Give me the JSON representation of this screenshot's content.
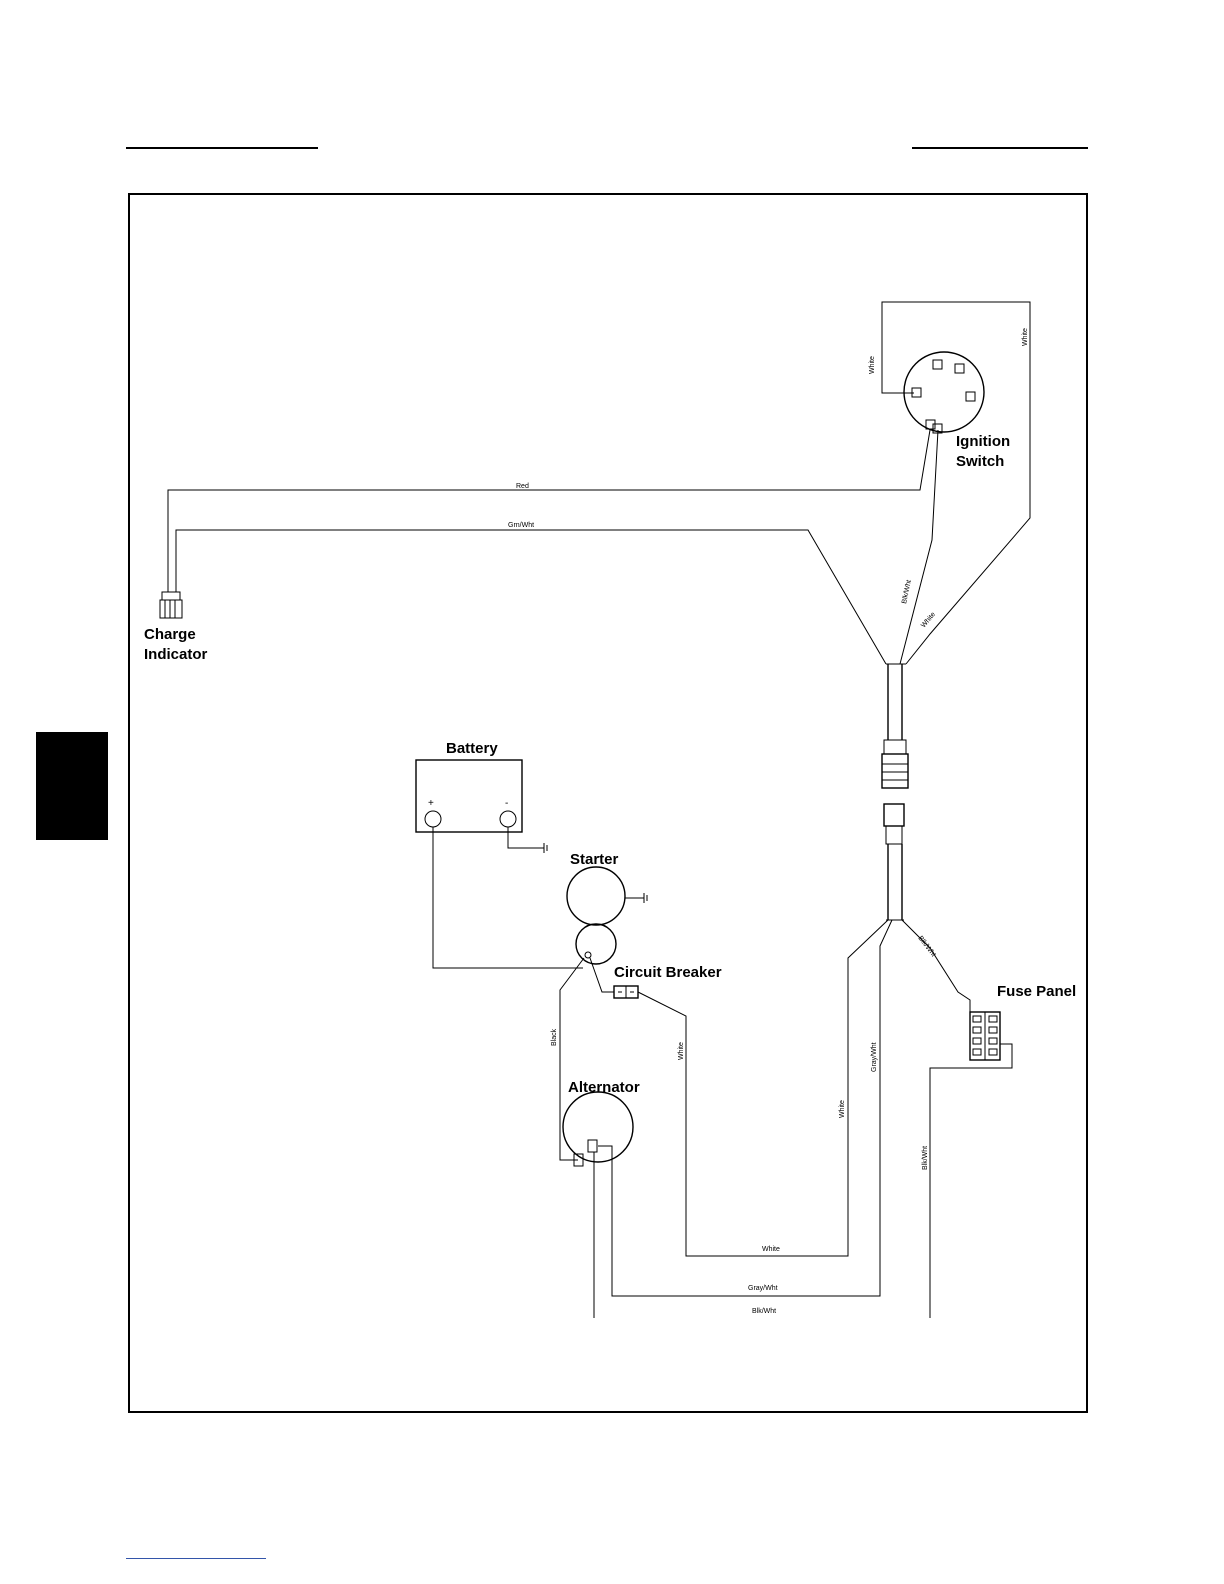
{
  "components": {
    "ignition_switch": {
      "line1": "Ignition",
      "line2": "Switch"
    },
    "charge_indicator": {
      "line1": "Charge",
      "line2": "Indicator"
    },
    "battery": {
      "label": "Battery",
      "pos": "+",
      "neg": "-"
    },
    "starter": {
      "label": "Starter"
    },
    "circuit_breaker": {
      "label": "Circuit Breaker"
    },
    "fuse_panel": {
      "label": "Fuse Panel"
    },
    "alternator": {
      "label": "Alternator"
    }
  },
  "wires": {
    "white_switch_left": "White",
    "white_switch_right": "White",
    "red": "Red",
    "grn_wht": "Grn/Wht",
    "switch_lead": "Blk/Wht",
    "white_diag": "White",
    "black": "Black",
    "white_breaker": "White",
    "fuse_lead": "Blk/Wht",
    "gray_wht_vert": "Gray/Wht",
    "white_vert": "White",
    "blk_wht_vert": "Blk/Wht",
    "white_bottom": "White",
    "gray_wht_bottom": "Gray/Wht",
    "blk_wht_bottom": "Blk/Wht"
  }
}
